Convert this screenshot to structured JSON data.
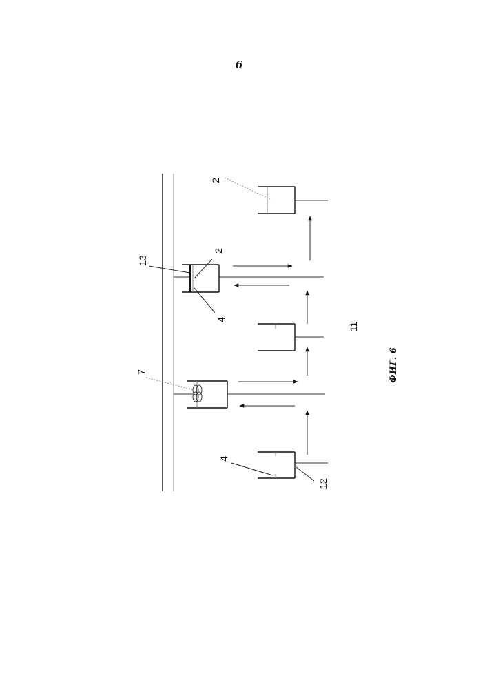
{
  "page": {
    "number": "6"
  },
  "figure": {
    "caption": "ФИГ. 6",
    "labels": {
      "l2_right": "2",
      "l13": "13",
      "l2_middle": "2",
      "l4_middle": "4",
      "l11": "11",
      "l7": "7",
      "l4_left": "4",
      "l12": "12"
    }
  }
}
